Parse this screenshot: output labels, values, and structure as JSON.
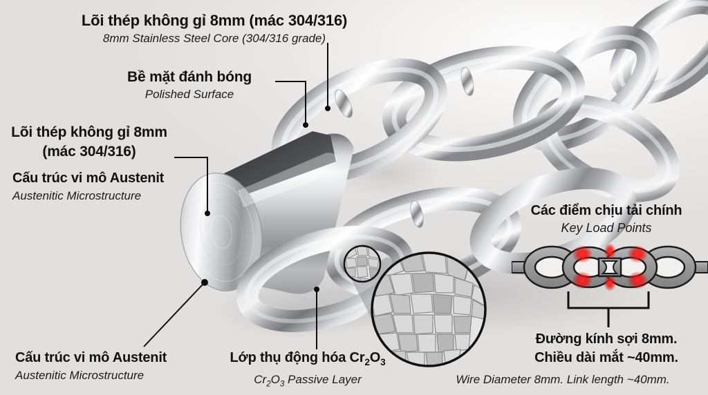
{
  "meta": {
    "title": "Stainless Steel Chain Technical Infographic",
    "background_color": "#f4f2f0",
    "text_color": "#111111",
    "accent_color": "#ee1c1c"
  },
  "labels": {
    "core_top": {
      "vi": "Lõi thép không gỉ 8mm (mác 304/316)",
      "en": "8mm Stainless Steel Core (304/316 grade)"
    },
    "polished": {
      "vi": "Bề mặt đánh bóng",
      "en": "Polished Surface"
    },
    "core_left_line1": "Lõi thép không gỉ 8mm",
    "core_left_line2": "(mác 304/316)",
    "austenite_left": {
      "vi": "Cấu trúc vi mô Austenit",
      "en": "Austenitic Microstructure"
    },
    "austenite_bottom": {
      "vi": "Cấu trúc vi mô Austenit",
      "en": "Austenitic Microstructure"
    },
    "passive_layer": {
      "vi_prefix": "Lớp thụ động hóa Cr",
      "vi_sub1": "2",
      "vi_mid": "O",
      "vi_sub2": "3",
      "en_prefix": "Cr",
      "en_sub1": "2",
      "en_mid": "O",
      "en_sub2": "3",
      "en_suffix": " Passive Layer"
    },
    "load_points": {
      "vi": "Các điểm chịu tải chính",
      "en": "Key Load Points"
    },
    "dimensions": {
      "vi_line1": "Đường kính sợi 8mm.",
      "vi_line2": "Chiều dài mắt ~40mm.",
      "en": "Wire Diameter 8mm. Link length ~40mm."
    }
  },
  "schematic": {
    "link_fill": "#9b9b9b",
    "link_stroke": "#1b1b1b",
    "hotspot_color": "#ee1111",
    "hotspot_count": 6
  }
}
